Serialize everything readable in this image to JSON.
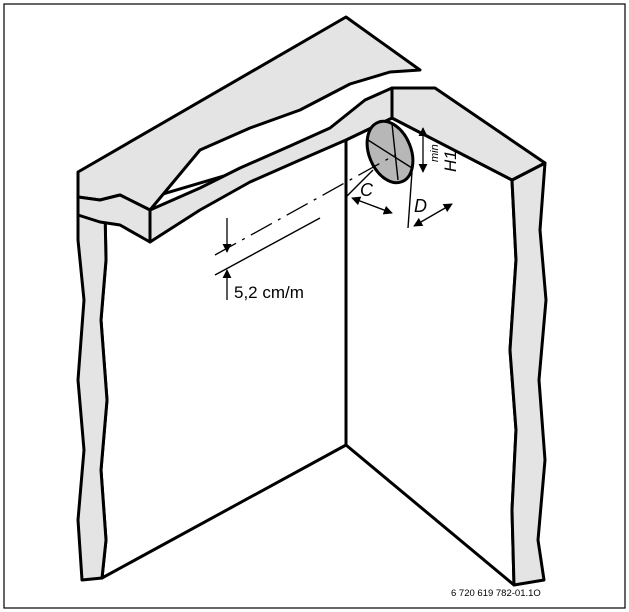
{
  "labels": {
    "gradient": "5,2 cm/m",
    "dim_c": "C",
    "dim_d": "D",
    "dim_h1": "H1",
    "dim_min": "min",
    "figure_id": "6 720 619 782-01.1O"
  },
  "colors": {
    "wall_edge": "#e4e4e4",
    "opening": "#b7b7b7",
    "line": "#000000"
  }
}
